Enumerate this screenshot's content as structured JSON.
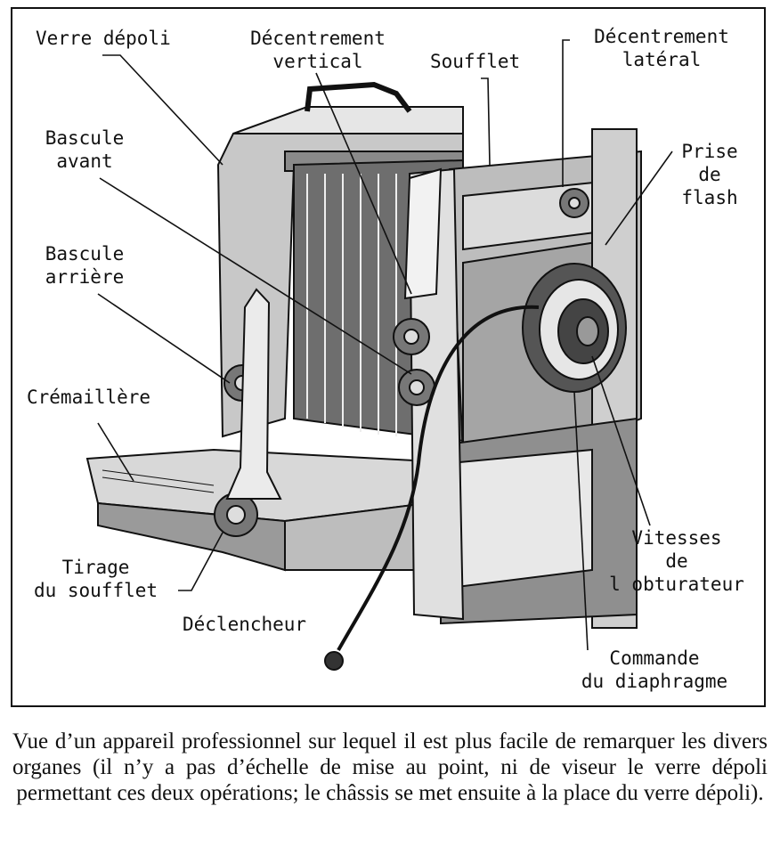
{
  "labels": {
    "verre_depoli": "Verre dépoli",
    "decentrement_vertical_1": "Décentrement",
    "decentrement_vertical_2": "vertical",
    "soufflet": "Soufflet",
    "decentrement_lateral_1": "Décentrement",
    "decentrement_lateral_2": "latéral",
    "bascule_avant_1": "Bascule",
    "bascule_avant_2": "avant",
    "prise_flash_1": "Prise",
    "prise_flash_2": "de",
    "prise_flash_3": "flash",
    "bascule_arriere_1": "Bascule",
    "bascule_arriere_2": "arrière",
    "cremaillere": "Crémaillère",
    "tirage_1": "Tirage",
    "tirage_2": "du soufflet",
    "declencheur": "Déclencheur",
    "vitesses_1": "Vitesses",
    "vitesses_2": "de",
    "vitesses_3": "l obturateur",
    "commande_1": "Commande",
    "commande_2": "du diaphragme"
  },
  "caption": "Vue d’un appareil professionnel sur lequel il est plus facile de remarquer les divers organes (il n’y a pas d’échelle de mise au point, ni de viseur le verre dépoli permettant ces deux opérations; le châssis se met ensuite à la place du verre dépoli)."
}
